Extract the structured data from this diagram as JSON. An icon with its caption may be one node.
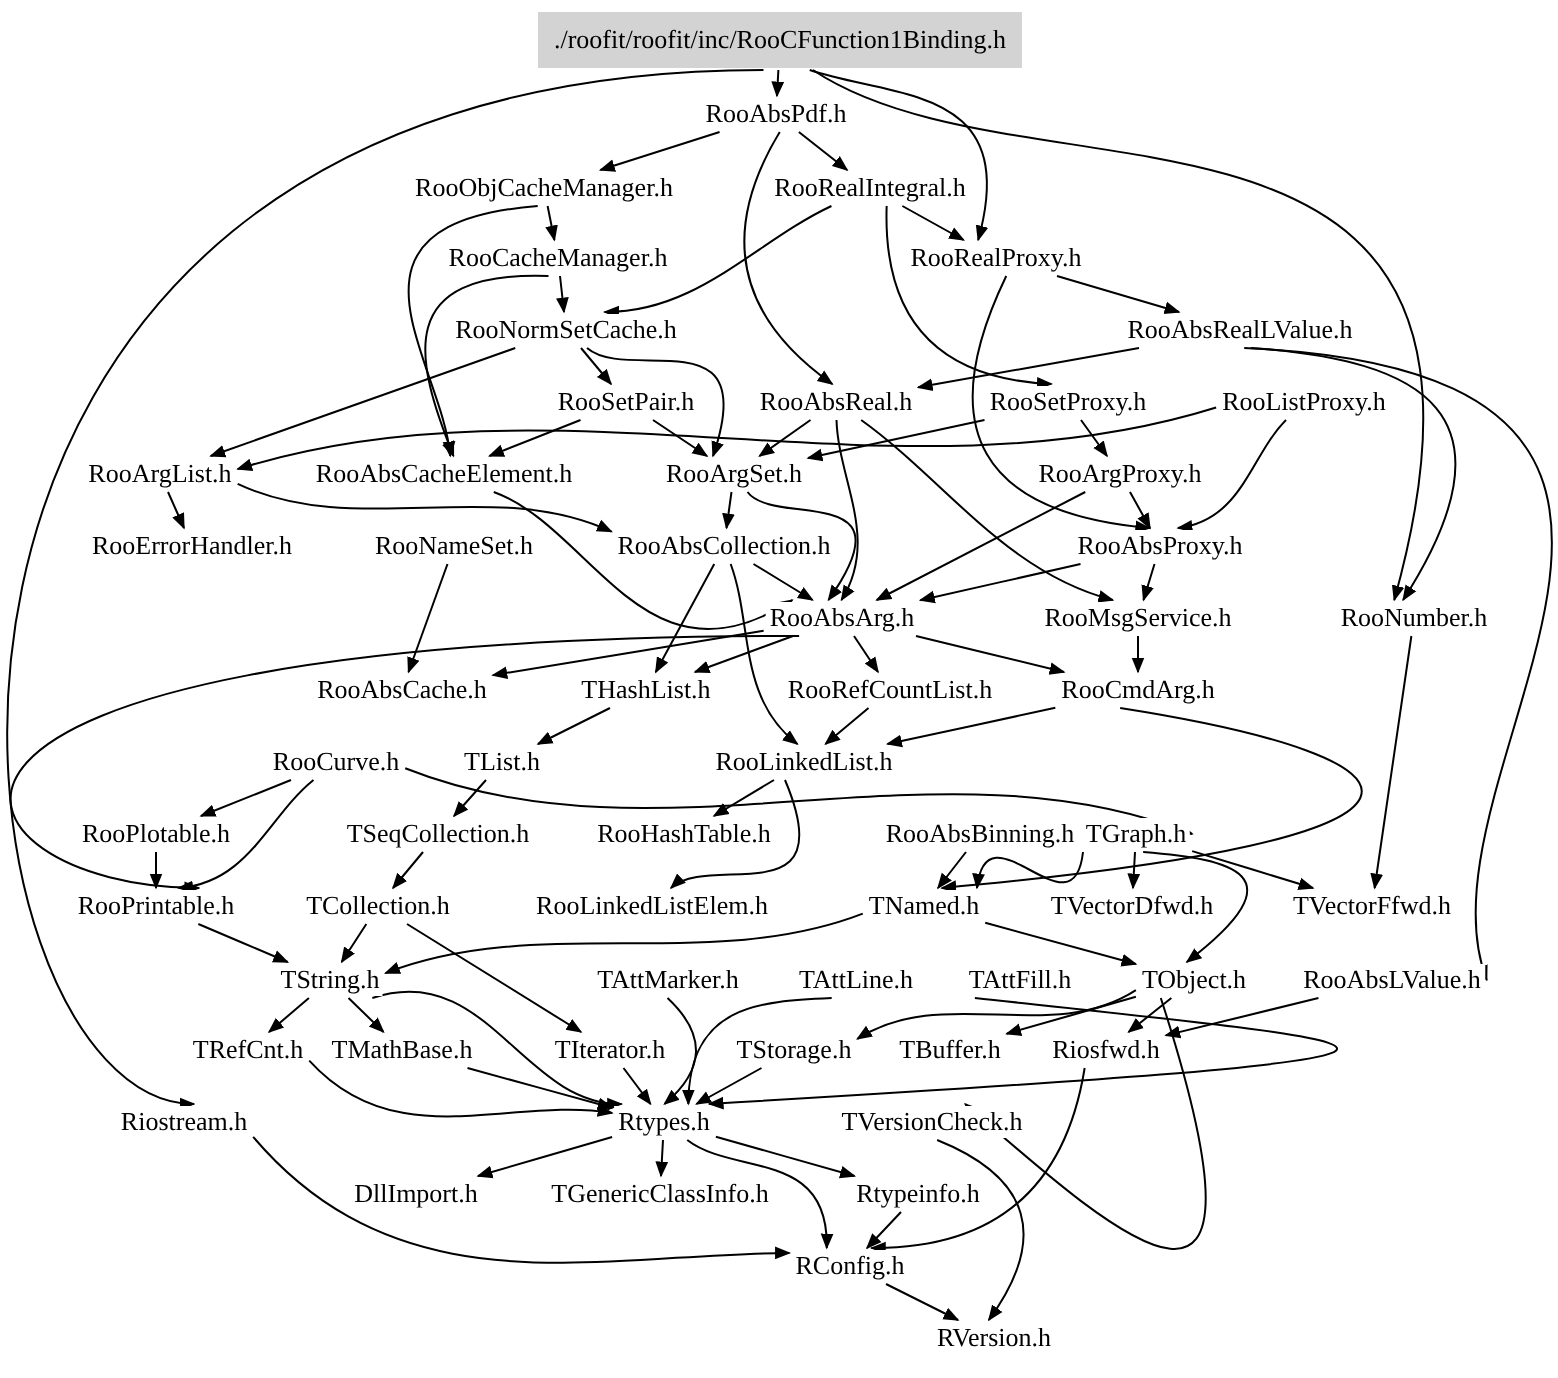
{
  "diagram": {
    "nodes": [
      {
        "text": [
          "./roofit/roofit/inc/RooCFunction1Binding.h"
        ]
      },
      {
        "text": [
          "RooAbsPdf.h"
        ]
      },
      {
        "text": [
          "RooObjCacheManager.h"
        ]
      },
      {
        "text": [
          "RooRealIntegral.h"
        ]
      },
      {
        "text": [
          "RooCacheManager.h"
        ]
      },
      {
        "text": [
          "RooRealProxy.h"
        ]
      },
      {
        "text": [
          "RooNormSetCache.h"
        ]
      },
      {
        "text": [
          "RooAbsRealLValue.h"
        ]
      },
      {
        "text": [
          "RooSetPair.h"
        ]
      },
      {
        "text": [
          "RooAbsReal.h"
        ]
      },
      {
        "text": [
          "RooSetProxy.h"
        ]
      },
      {
        "text": [
          "RooListProxy.h"
        ]
      },
      {
        "text": [
          "RooArgList.h"
        ]
      },
      {
        "text": [
          "RooAbsCacheElement.h"
        ]
      },
      {
        "text": [
          "RooArgSet.h"
        ]
      },
      {
        "text": [
          "RooArgProxy.h"
        ]
      },
      {
        "text": [
          "RooErrorHandler.h"
        ]
      },
      {
        "text": [
          "RooNameSet.h"
        ]
      },
      {
        "text": [
          "RooAbsCollection.h"
        ]
      },
      {
        "text": [
          "RooAbsProxy.h"
        ]
      },
      {
        "text": [
          "RooAbsArg.h"
        ]
      },
      {
        "text": [
          "RooMsgService.h"
        ]
      },
      {
        "text": [
          "RooNumber.h"
        ]
      },
      {
        "text": [
          "RooAbsCache.h"
        ]
      },
      {
        "text": [
          "THashList.h"
        ]
      },
      {
        "text": [
          "RooRefCountList.h"
        ]
      },
      {
        "text": [
          "RooCmdArg.h"
        ]
      },
      {
        "text": [
          "RooCurve.h"
        ]
      },
      {
        "text": [
          "TList.h"
        ]
      },
      {
        "text": [
          "RooLinkedList.h"
        ]
      },
      {
        "text": [
          "RooPlotable.h"
        ]
      },
      {
        "text": [
          "TSeqCollection.h"
        ]
      },
      {
        "text": [
          "RooHashTable.h"
        ]
      },
      {
        "text": [
          "RooAbsBinning.h"
        ]
      },
      {
        "text": [
          "TGraph.h"
        ]
      },
      {
        "text": [
          "RooPrintable.h"
        ]
      },
      {
        "text": [
          "TCollection.h"
        ]
      },
      {
        "text": [
          "RooLinkedListElem.h"
        ]
      },
      {
        "text": [
          "TNamed.h"
        ]
      },
      {
        "text": [
          "TVectorDfwd.h"
        ]
      },
      {
        "text": [
          "TVectorFfwd.h"
        ]
      },
      {
        "text": [
          "TString.h"
        ]
      },
      {
        "text": [
          "TAttMarker.h"
        ]
      },
      {
        "text": [
          "TAttLine.h"
        ]
      },
      {
        "text": [
          "TAttFill.h"
        ]
      },
      {
        "text": [
          "TObject.h"
        ]
      },
      {
        "text": [
          "RooAbsLValue.h"
        ]
      },
      {
        "text": [
          "TRefCnt.h"
        ]
      },
      {
        "text": [
          "TMathBase.h"
        ]
      },
      {
        "text": [
          "TIterator.h"
        ]
      },
      {
        "text": [
          "TStorage.h"
        ]
      },
      {
        "text": [
          "TBuffer.h"
        ]
      },
      {
        "text": [
          "Riosfwd.h"
        ]
      },
      {
        "text": [
          "Riostream.h"
        ]
      },
      {
        "text": [
          "Rtypes.h"
        ]
      },
      {
        "text": [
          "TVersionCheck.h"
        ]
      },
      {
        "text": [
          "DllImport.h"
        ]
      },
      {
        "text": [
          "TGenericClassInfo.h"
        ]
      },
      {
        "text": [
          "Rtypeinfo.h"
        ]
      },
      {
        "text": [
          "RConfig.h"
        ]
      },
      {
        "text": [
          "RVersion.h"
        ]
      }
    ],
    "edges": [
      {
        "from": 0,
        "to": 1,
        "arrow": "to"
      },
      {
        "from": 0,
        "to": 5,
        "arrow": "to"
      },
      {
        "from": 0,
        "to": 22,
        "arrow": "to"
      },
      {
        "from": 0,
        "to": 53,
        "arrow": "to"
      },
      {
        "from": 1,
        "to": 3,
        "arrow": "to"
      },
      {
        "from": 1,
        "to": 2,
        "arrow": "to"
      },
      {
        "from": 1,
        "to": 9,
        "arrow": "to"
      },
      {
        "from": 2,
        "to": 4,
        "arrow": "to"
      },
      {
        "from": 2,
        "to": 13,
        "arrow": "to"
      },
      {
        "from": 3,
        "to": 5,
        "arrow": "to"
      },
      {
        "from": 3,
        "to": 6,
        "arrow": "to"
      },
      {
        "from": 3,
        "to": 10,
        "arrow": "to"
      },
      {
        "from": 4,
        "to": 6,
        "arrow": "to"
      },
      {
        "from": 4,
        "to": 13,
        "arrow": "to"
      },
      {
        "from": 5,
        "to": 7,
        "arrow": "to"
      },
      {
        "from": 5,
        "to": 19,
        "arrow": "to"
      },
      {
        "from": 6,
        "to": 8,
        "arrow": "to"
      },
      {
        "from": 6,
        "to": 12,
        "arrow": "to"
      },
      {
        "from": 6,
        "to": 14,
        "arrow": "to"
      },
      {
        "from": 7,
        "to": 9,
        "arrow": "to"
      },
      {
        "from": 7,
        "to": 22,
        "arrow": "to"
      },
      {
        "from": 7,
        "to": 46,
        "arrow": "to"
      },
      {
        "from": 8,
        "to": 13,
        "arrow": "to"
      },
      {
        "from": 8,
        "to": 14,
        "arrow": "to"
      },
      {
        "from": 9,
        "to": 14,
        "arrow": "to"
      },
      {
        "from": 9,
        "to": 20,
        "arrow": "to"
      },
      {
        "from": 9,
        "to": 21,
        "arrow": "to"
      },
      {
        "from": 10,
        "to": 15,
        "arrow": "to"
      },
      {
        "from": 10,
        "to": 14,
        "arrow": "to"
      },
      {
        "from": 11,
        "to": 12,
        "arrow": "to"
      },
      {
        "from": 11,
        "to": 19,
        "arrow": "to"
      },
      {
        "from": 12,
        "to": 18,
        "arrow": "to"
      },
      {
        "from": 12,
        "to": 16,
        "arrow": "to"
      },
      {
        "from": 13,
        "to": 20,
        "arrow": "to"
      },
      {
        "from": 14,
        "to": 18,
        "arrow": "to"
      },
      {
        "from": 14,
        "to": 20,
        "arrow": "to"
      },
      {
        "from": 15,
        "to": 19,
        "arrow": "to"
      },
      {
        "from": 15,
        "to": 20,
        "arrow": "to"
      },
      {
        "from": 17,
        "to": 23,
        "arrow": "to"
      },
      {
        "from": 18,
        "to": 20,
        "arrow": "to"
      },
      {
        "from": 18,
        "to": 24,
        "arrow": "to"
      },
      {
        "from": 18,
        "to": 29,
        "arrow": "to"
      },
      {
        "from": 19,
        "to": 20,
        "arrow": "to"
      },
      {
        "from": 19,
        "to": 21,
        "arrow": "to"
      },
      {
        "from": 20,
        "to": 23,
        "arrow": "to"
      },
      {
        "from": 20,
        "to": 24,
        "arrow": "to"
      },
      {
        "from": 20,
        "to": 25,
        "arrow": "to"
      },
      {
        "from": 20,
        "to": 26,
        "arrow": "to"
      },
      {
        "from": 20,
        "to": 35,
        "arrow": "to"
      },
      {
        "from": 21,
        "to": 26,
        "arrow": "to"
      },
      {
        "from": 22,
        "to": 40,
        "arrow": "to"
      },
      {
        "from": 24,
        "to": 28,
        "arrow": "to"
      },
      {
        "from": 25,
        "to": 29,
        "arrow": "to"
      },
      {
        "from": 26,
        "to": 29,
        "arrow": "to"
      },
      {
        "from": 26,
        "to": 38,
        "arrow": "to"
      },
      {
        "from": 27,
        "to": 30,
        "arrow": "to"
      },
      {
        "from": 27,
        "to": 35,
        "arrow": "to"
      },
      {
        "from": 27,
        "to": 34,
        "arrow": "to"
      },
      {
        "from": 28,
        "to": 31,
        "arrow": "to"
      },
      {
        "from": 29,
        "to": 32,
        "arrow": "to"
      },
      {
        "from": 29,
        "to": 37,
        "arrow": "to"
      },
      {
        "from": 30,
        "to": 35,
        "arrow": "to"
      },
      {
        "from": 31,
        "to": 36,
        "arrow": "to"
      },
      {
        "from": 33,
        "to": 38,
        "arrow": "to"
      },
      {
        "from": 34,
        "to": 38,
        "arrow": "to"
      },
      {
        "from": 34,
        "to": 39,
        "arrow": "to"
      },
      {
        "from": 34,
        "to": 40,
        "arrow": "to"
      },
      {
        "from": 34,
        "to": 45,
        "arrow": "to"
      },
      {
        "from": 35,
        "to": 41,
        "arrow": "to"
      },
      {
        "from": 36,
        "to": 41,
        "arrow": "to"
      },
      {
        "from": 36,
        "to": 49,
        "arrow": "to"
      },
      {
        "from": 38,
        "to": 41,
        "arrow": "to"
      },
      {
        "from": 38,
        "to": 45,
        "arrow": "to"
      },
      {
        "from": 41,
        "to": 47,
        "arrow": "to"
      },
      {
        "from": 41,
        "to": 48,
        "arrow": "to"
      },
      {
        "from": 41,
        "to": 54,
        "arrow": "to"
      },
      {
        "from": 42,
        "to": 54,
        "arrow": "to"
      },
      {
        "from": 43,
        "to": 54,
        "arrow": "to"
      },
      {
        "from": 44,
        "to": 54,
        "arrow": "to"
      },
      {
        "from": 45,
        "to": 50,
        "arrow": "to"
      },
      {
        "from": 45,
        "to": 51,
        "arrow": "to"
      },
      {
        "from": 45,
        "to": 52,
        "arrow": "to"
      },
      {
        "from": 45,
        "to": 55,
        "arrow": "to"
      },
      {
        "from": 46,
        "to": 52,
        "arrow": "to"
      },
      {
        "from": 47,
        "to": 54,
        "arrow": "to"
      },
      {
        "from": 48,
        "to": 54,
        "arrow": "to"
      },
      {
        "from": 49,
        "to": 54,
        "arrow": "to"
      },
      {
        "from": 50,
        "to": 54,
        "arrow": "to"
      },
      {
        "from": 52,
        "to": 59,
        "arrow": "to"
      },
      {
        "from": 53,
        "to": 59,
        "arrow": "to"
      },
      {
        "from": 54,
        "to": 56,
        "arrow": "to"
      },
      {
        "from": 54,
        "to": 57,
        "arrow": "to"
      },
      {
        "from": 54,
        "to": 58,
        "arrow": "to"
      },
      {
        "from": 54,
        "to": 59,
        "arrow": "to"
      },
      {
        "from": 55,
        "to": 60,
        "arrow": "to"
      },
      {
        "from": 58,
        "to": 59,
        "arrow": "to"
      },
      {
        "from": 59,
        "to": 60,
        "arrow": "to"
      }
    ]
  }
}
